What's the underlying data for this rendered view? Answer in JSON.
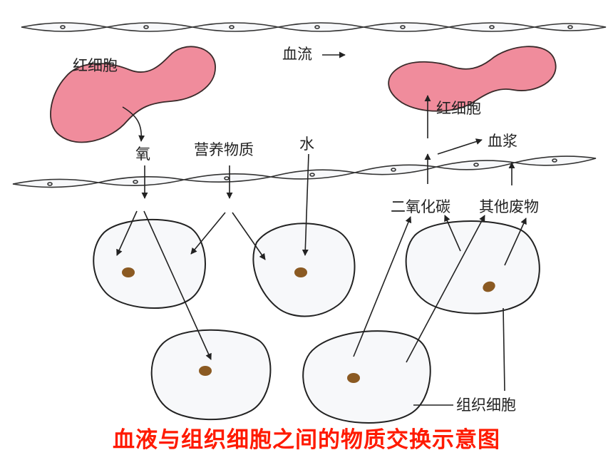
{
  "labels": {
    "rbc_left": "红细胞",
    "blood_flow": "血流",
    "rbc_right": "红细胞",
    "oxygen": "氧",
    "nutrients": "营养物质",
    "water": "水",
    "plasma": "血浆",
    "co2": "二氧化碳",
    "other_waste": "其他废物",
    "tissue_cells": "组织细胞"
  },
  "caption": "血液与组织细胞之间的物质交换示意图",
  "colors": {
    "caption": "#ff1a00",
    "red_blood_cell": "#f08c9c",
    "nucleus": "#8b5a22",
    "cell_fill": "#f7f8fa",
    "line": "#222222"
  }
}
